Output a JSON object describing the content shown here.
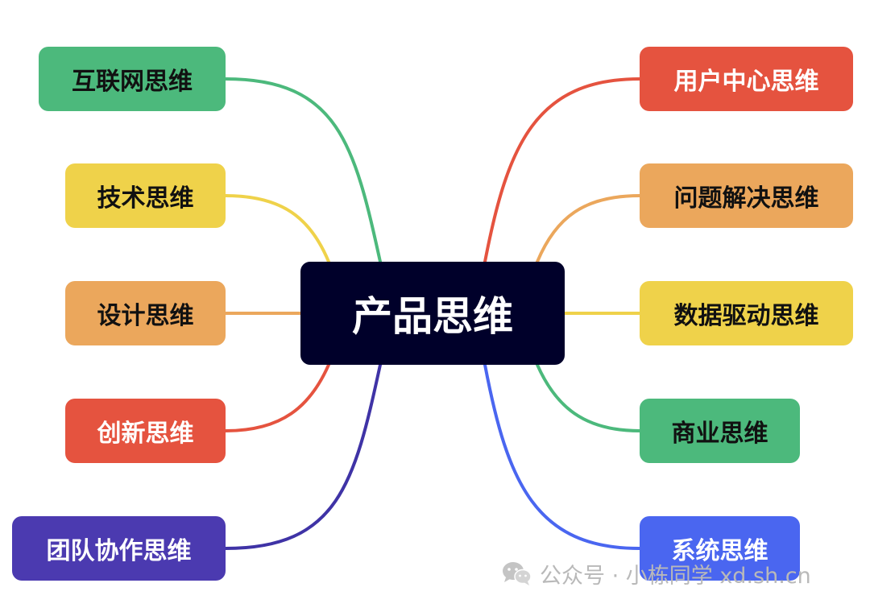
{
  "center": {
    "label": "产品思维",
    "color": "#00002a"
  },
  "branches": [
    {
      "id": "internet",
      "label": "互联网思维",
      "color": "#4cb97c",
      "text_color": "#111111"
    },
    {
      "id": "tech",
      "label": "技术思维",
      "color": "#efd24a",
      "text_color": "#111111"
    },
    {
      "id": "design",
      "label": "设计思维",
      "color": "#eba75c",
      "text_color": "#111111"
    },
    {
      "id": "innovation",
      "label": "创新思维",
      "color": "#e5533f",
      "text_color": "#ffffff"
    },
    {
      "id": "teamwork",
      "label": "团队协作思维",
      "color": "#4b3ab0",
      "text_color": "#ffffff"
    },
    {
      "id": "user-centric",
      "label": "用户中心思维",
      "color": "#e5533f",
      "text_color": "#ffffff"
    },
    {
      "id": "problem-solving",
      "label": "问题解决思维",
      "color": "#eba75c",
      "text_color": "#111111"
    },
    {
      "id": "data-driven",
      "label": "数据驱动思维",
      "color": "#efd24a",
      "text_color": "#111111"
    },
    {
      "id": "business",
      "label": "商业思维",
      "color": "#4cb97c",
      "text_color": "#111111"
    },
    {
      "id": "system",
      "label": "系统思维",
      "color": "#4a66f0",
      "text_color": "#ffffff"
    }
  ],
  "link_colors": {
    "internet": "#4cb97c",
    "tech": "#efd24a",
    "design": "#eba75c",
    "innovation": "#e5533f",
    "teamwork": "#3f33a6",
    "user-centric": "#e5533f",
    "problem-solving": "#eba75c",
    "data-driven": "#efd24a",
    "business": "#4cb97c",
    "system": "#4a66f0"
  },
  "watermark": {
    "text": "公众号 · 小栋同学 xd.sh.cn",
    "icon": "wechat-icon"
  }
}
